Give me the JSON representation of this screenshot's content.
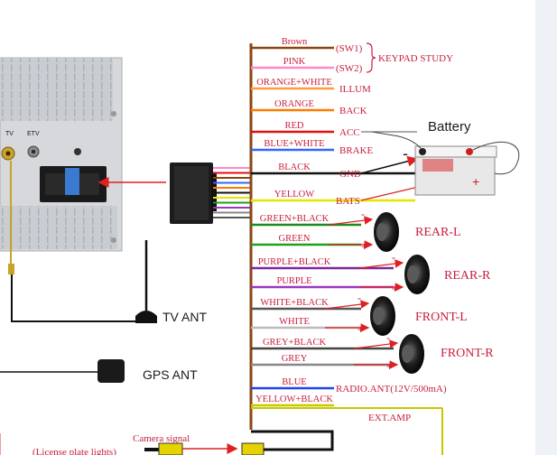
{
  "wires": [
    {
      "label": "Brown",
      "color": "#8b4513",
      "func": "(SW1)"
    },
    {
      "label": "PINK",
      "color": "#ff88cc",
      "func": "(SW2)"
    },
    {
      "label": "ORANGE+WHITE",
      "color": "#ff9a40",
      "func": "ILLUM"
    },
    {
      "label": "ORANGE",
      "color": "#ff7a00",
      "func": "BACK"
    },
    {
      "label": "RED",
      "color": "#e01010",
      "func": "ACC"
    },
    {
      "label": "BLUE+WHITE",
      "color": "#3366ff",
      "func": "BRAKE"
    },
    {
      "label": "BLACK",
      "color": "#111111",
      "func": "GND"
    },
    {
      "label": "YELLOW",
      "color": "#e6e600",
      "func": "BATS"
    },
    {
      "label": "GREEN+BLACK",
      "color": "#1a8a1a",
      "func": ""
    },
    {
      "label": "GREEN",
      "color": "#20a020",
      "func": ""
    },
    {
      "label": "PURPLE+BLACK",
      "color": "#7a2a9a",
      "func": ""
    },
    {
      "label": "PURPLE",
      "color": "#9a3ac0",
      "func": ""
    },
    {
      "label": "WHITE+BLACK",
      "color": "#555555",
      "func": ""
    },
    {
      "label": "WHITE",
      "color": "#bbbbbb",
      "func": ""
    },
    {
      "label": "GREY+BLACK",
      "color": "#444444",
      "func": ""
    },
    {
      "label": "GREY",
      "color": "#888888",
      "func": ""
    },
    {
      "label": "BLUE",
      "color": "#2244ee",
      "func": "RADIO.ANT(12V/500mA)"
    },
    {
      "label": "YELLOW+BLACK",
      "color": "#c8c800",
      "func": ""
    }
  ],
  "keypad_label": "KEYPAD STUDY",
  "battery": {
    "label": "Battery",
    "minus": "-",
    "plus": "+"
  },
  "speakers": [
    {
      "label": "REAR-L",
      "minus": "-",
      "plus": "+"
    },
    {
      "label": "REAR-R",
      "minus": "-",
      "plus": "+"
    },
    {
      "label": "FRONT-L",
      "minus": "-",
      "plus": "+"
    },
    {
      "label": "FRONT-R",
      "minus": "-",
      "plus": "+"
    }
  ],
  "ext_amp": "EXT.AMP",
  "tv_ant": "TV ANT",
  "gps_ant": "GPS ANT",
  "camera_signal": "Camera signal",
  "license_lights": "(License plate lights)",
  "unit_port_labels": [
    "TV",
    "ETV"
  ]
}
